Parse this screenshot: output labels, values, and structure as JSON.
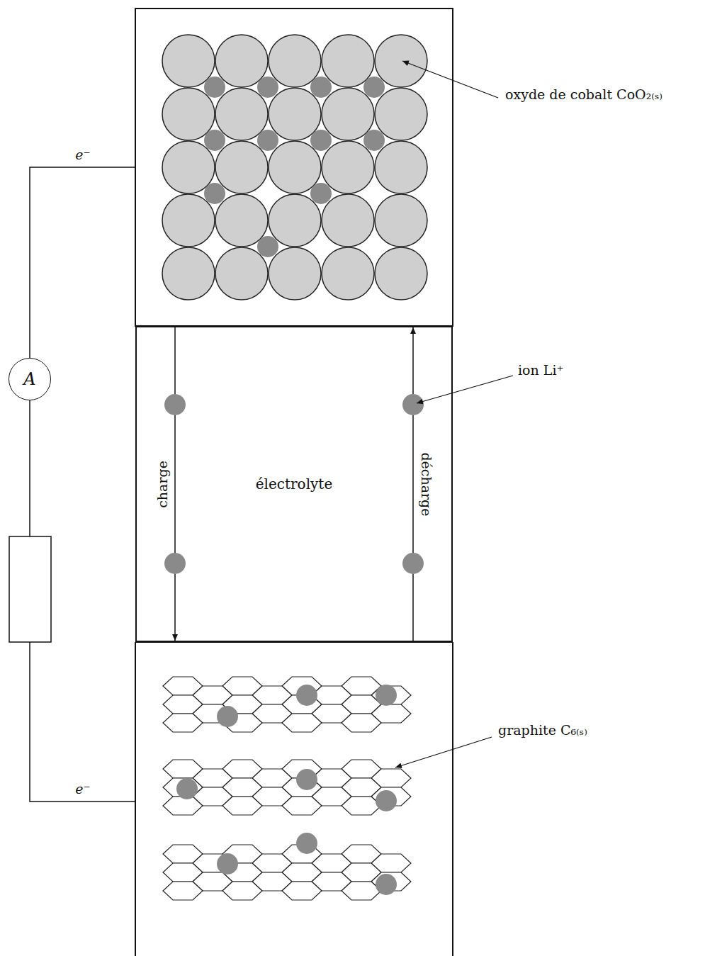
{
  "diagram": {
    "nodes": [
      {
        "text": [
          "électrolyte"
        ]
      },
      {
        "text": [
          "A"
        ]
      }
    ],
    "labels": [
      "oxyde de cobalt CoO₂₍ₛ₎",
      "e⁻",
      "ion Li⁺",
      "charge",
      "décharge",
      "graphite C₆₍ₛ₎",
      "e⁻"
    ]
  }
}
